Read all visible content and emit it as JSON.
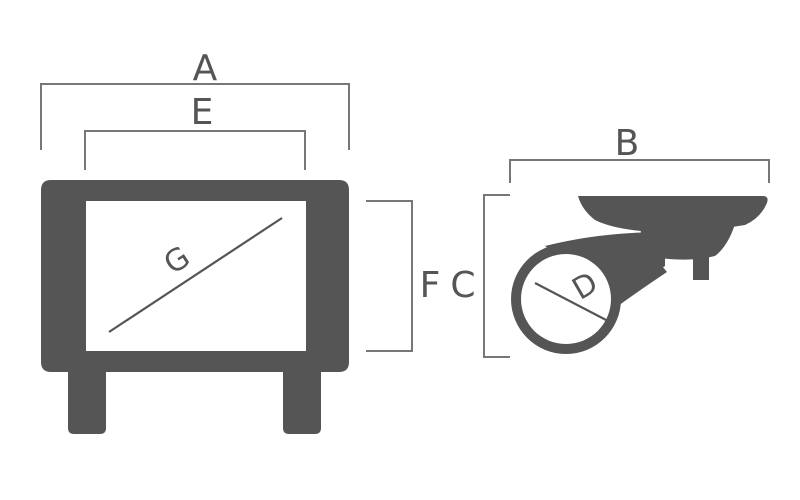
{
  "labels": {
    "a": "A",
    "b": "B",
    "c": "C",
    "d": "D",
    "e": "E",
    "f": "F",
    "g": "G"
  },
  "colors": {
    "part": "#555555",
    "dimension": "#777777",
    "background": "#ffffff"
  }
}
